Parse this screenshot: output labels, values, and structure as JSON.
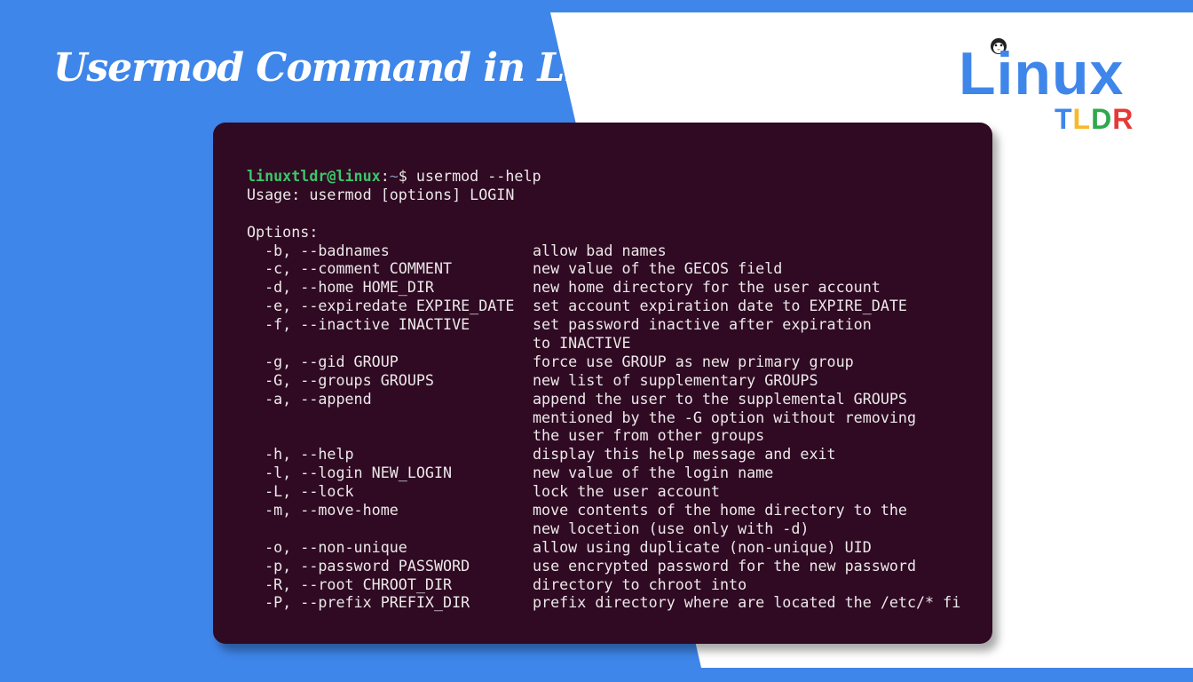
{
  "title": "Usermod Command in Linux",
  "logo": {
    "word": "Linux",
    "letters": [
      {
        "c": "T",
        "color": "#3f86ea"
      },
      {
        "c": "L",
        "color": "#f7b928"
      },
      {
        "c": "D",
        "color": "#2fa84f"
      },
      {
        "c": "R",
        "color": "#e53935"
      }
    ]
  },
  "colors": {
    "background": "#3f86ea",
    "terminal": "#2f0a22",
    "prompt": "#3cc66b"
  },
  "terminal": {
    "prompt_user": "linuxtldr@linux",
    "prompt_sep": ":",
    "prompt_path": "~",
    "prompt_symbol": "$ ",
    "command": "usermod --help",
    "usage": "Usage: usermod [options] LOGIN",
    "options_header": "Options:",
    "options": [
      {
        "flag": "  -b, --badnames",
        "desc": "allow bad names"
      },
      {
        "flag": "  -c, --comment COMMENT",
        "desc": "new value of the GECOS field"
      },
      {
        "flag": "  -d, --home HOME_DIR",
        "desc": "new home directory for the user account"
      },
      {
        "flag": "  -e, --expiredate EXPIRE_DATE",
        "desc": "set account expiration date to EXPIRE_DATE"
      },
      {
        "flag": "  -f, --inactive INACTIVE",
        "desc": "set password inactive after expiration"
      },
      {
        "flag": "",
        "desc": "to INACTIVE"
      },
      {
        "flag": "  -g, --gid GROUP",
        "desc": "force use GROUP as new primary group"
      },
      {
        "flag": "  -G, --groups GROUPS",
        "desc": "new list of supplementary GROUPS"
      },
      {
        "flag": "  -a, --append",
        "desc": "append the user to the supplemental GROUPS"
      },
      {
        "flag": "",
        "desc": "mentioned by the -G option without removing"
      },
      {
        "flag": "",
        "desc": "the user from other groups"
      },
      {
        "flag": "  -h, --help",
        "desc": "display this help message and exit"
      },
      {
        "flag": "  -l, --login NEW_LOGIN",
        "desc": "new value of the login name"
      },
      {
        "flag": "  -L, --lock",
        "desc": "lock the user account"
      },
      {
        "flag": "  -m, --move-home",
        "desc": "move contents of the home directory to the"
      },
      {
        "flag": "",
        "desc": "new locetion (use only with -d)"
      },
      {
        "flag": "  -o, --non-unique",
        "desc": "allow using duplicate (non-unique) UID"
      },
      {
        "flag": "  -p, --password PASSWORD",
        "desc": "use encrypted password for the new password"
      },
      {
        "flag": "  -R, --root CHROOT_DIR",
        "desc": "directory to chroot into"
      },
      {
        "flag": "  -P, --prefix PREFIX_DIR",
        "desc": "prefix directory where are located the /etc/* fi"
      }
    ]
  }
}
